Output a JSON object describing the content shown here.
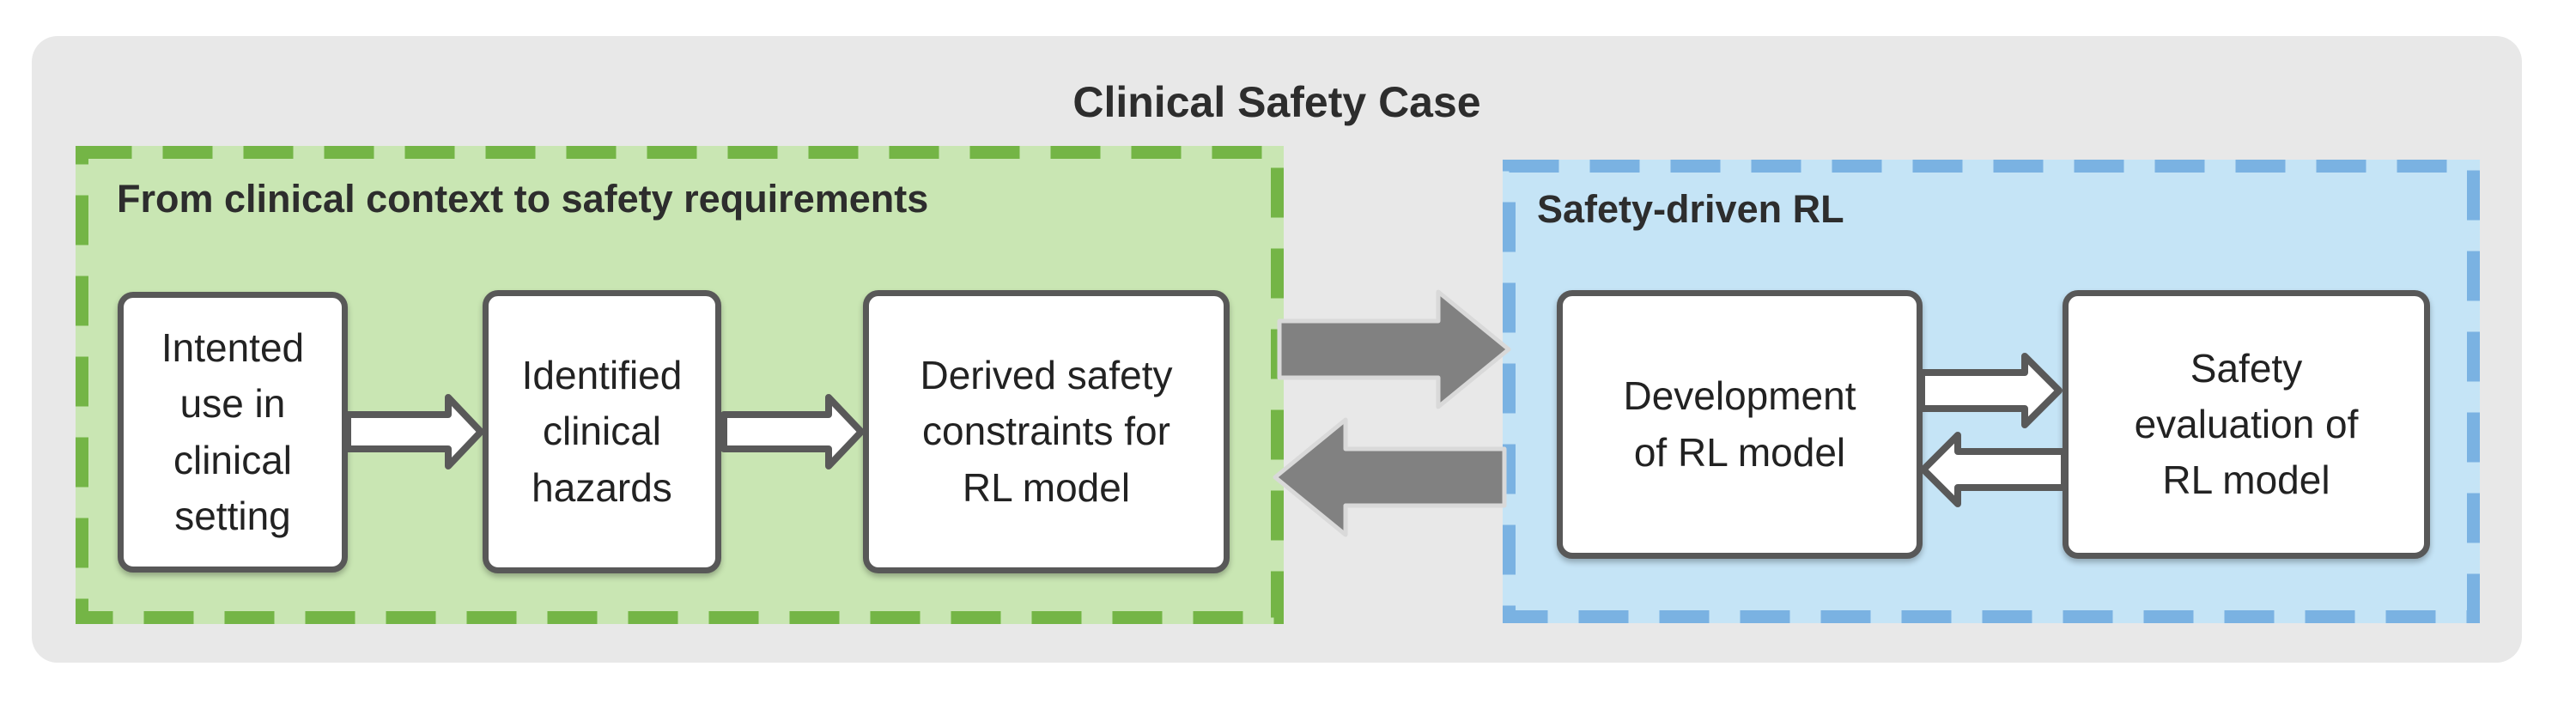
{
  "title": "Clinical Safety Case",
  "panels": {
    "clinical": {
      "title": "From clinical context to safety requirements",
      "boxes": [
        {
          "label": "Intented\nuse in\nclinical\nsetting"
        },
        {
          "label": "Identified\nclinical\nhazards"
        },
        {
          "label": "Derived safety\nconstraints for\nRL model"
        }
      ]
    },
    "rl": {
      "title": "Safety-driven RL",
      "boxes": [
        {
          "label": "Development\nof RL model"
        },
        {
          "label": "Safety\nevaluation of\nRL model"
        }
      ]
    }
  },
  "icons": {
    "flow_arrows": [
      "arrow-intended-to-hazards-icon",
      "arrow-hazards-to-constraints-icon",
      "arrow-constraints-to-rl-icon",
      "arrow-rl-to-constraints-icon",
      "arrow-development-to-evaluation-icon",
      "arrow-evaluation-to-development-icon"
    ]
  },
  "colors": {
    "page_bg": "#ffffff",
    "canvas_bg": "#e8e8e8",
    "green_fill": "#c9e6b3",
    "green_border": "#74b546",
    "blue_fill": "#c5e4f6",
    "blue_border": "#7ab2e2",
    "box_border": "#585858",
    "text_color": "#222222",
    "arrow_gray": "#818181",
    "arrow_gray_edge": "#d9d9d9",
    "arrow_white": "#ffffff",
    "arrow_outline": "#595959"
  }
}
